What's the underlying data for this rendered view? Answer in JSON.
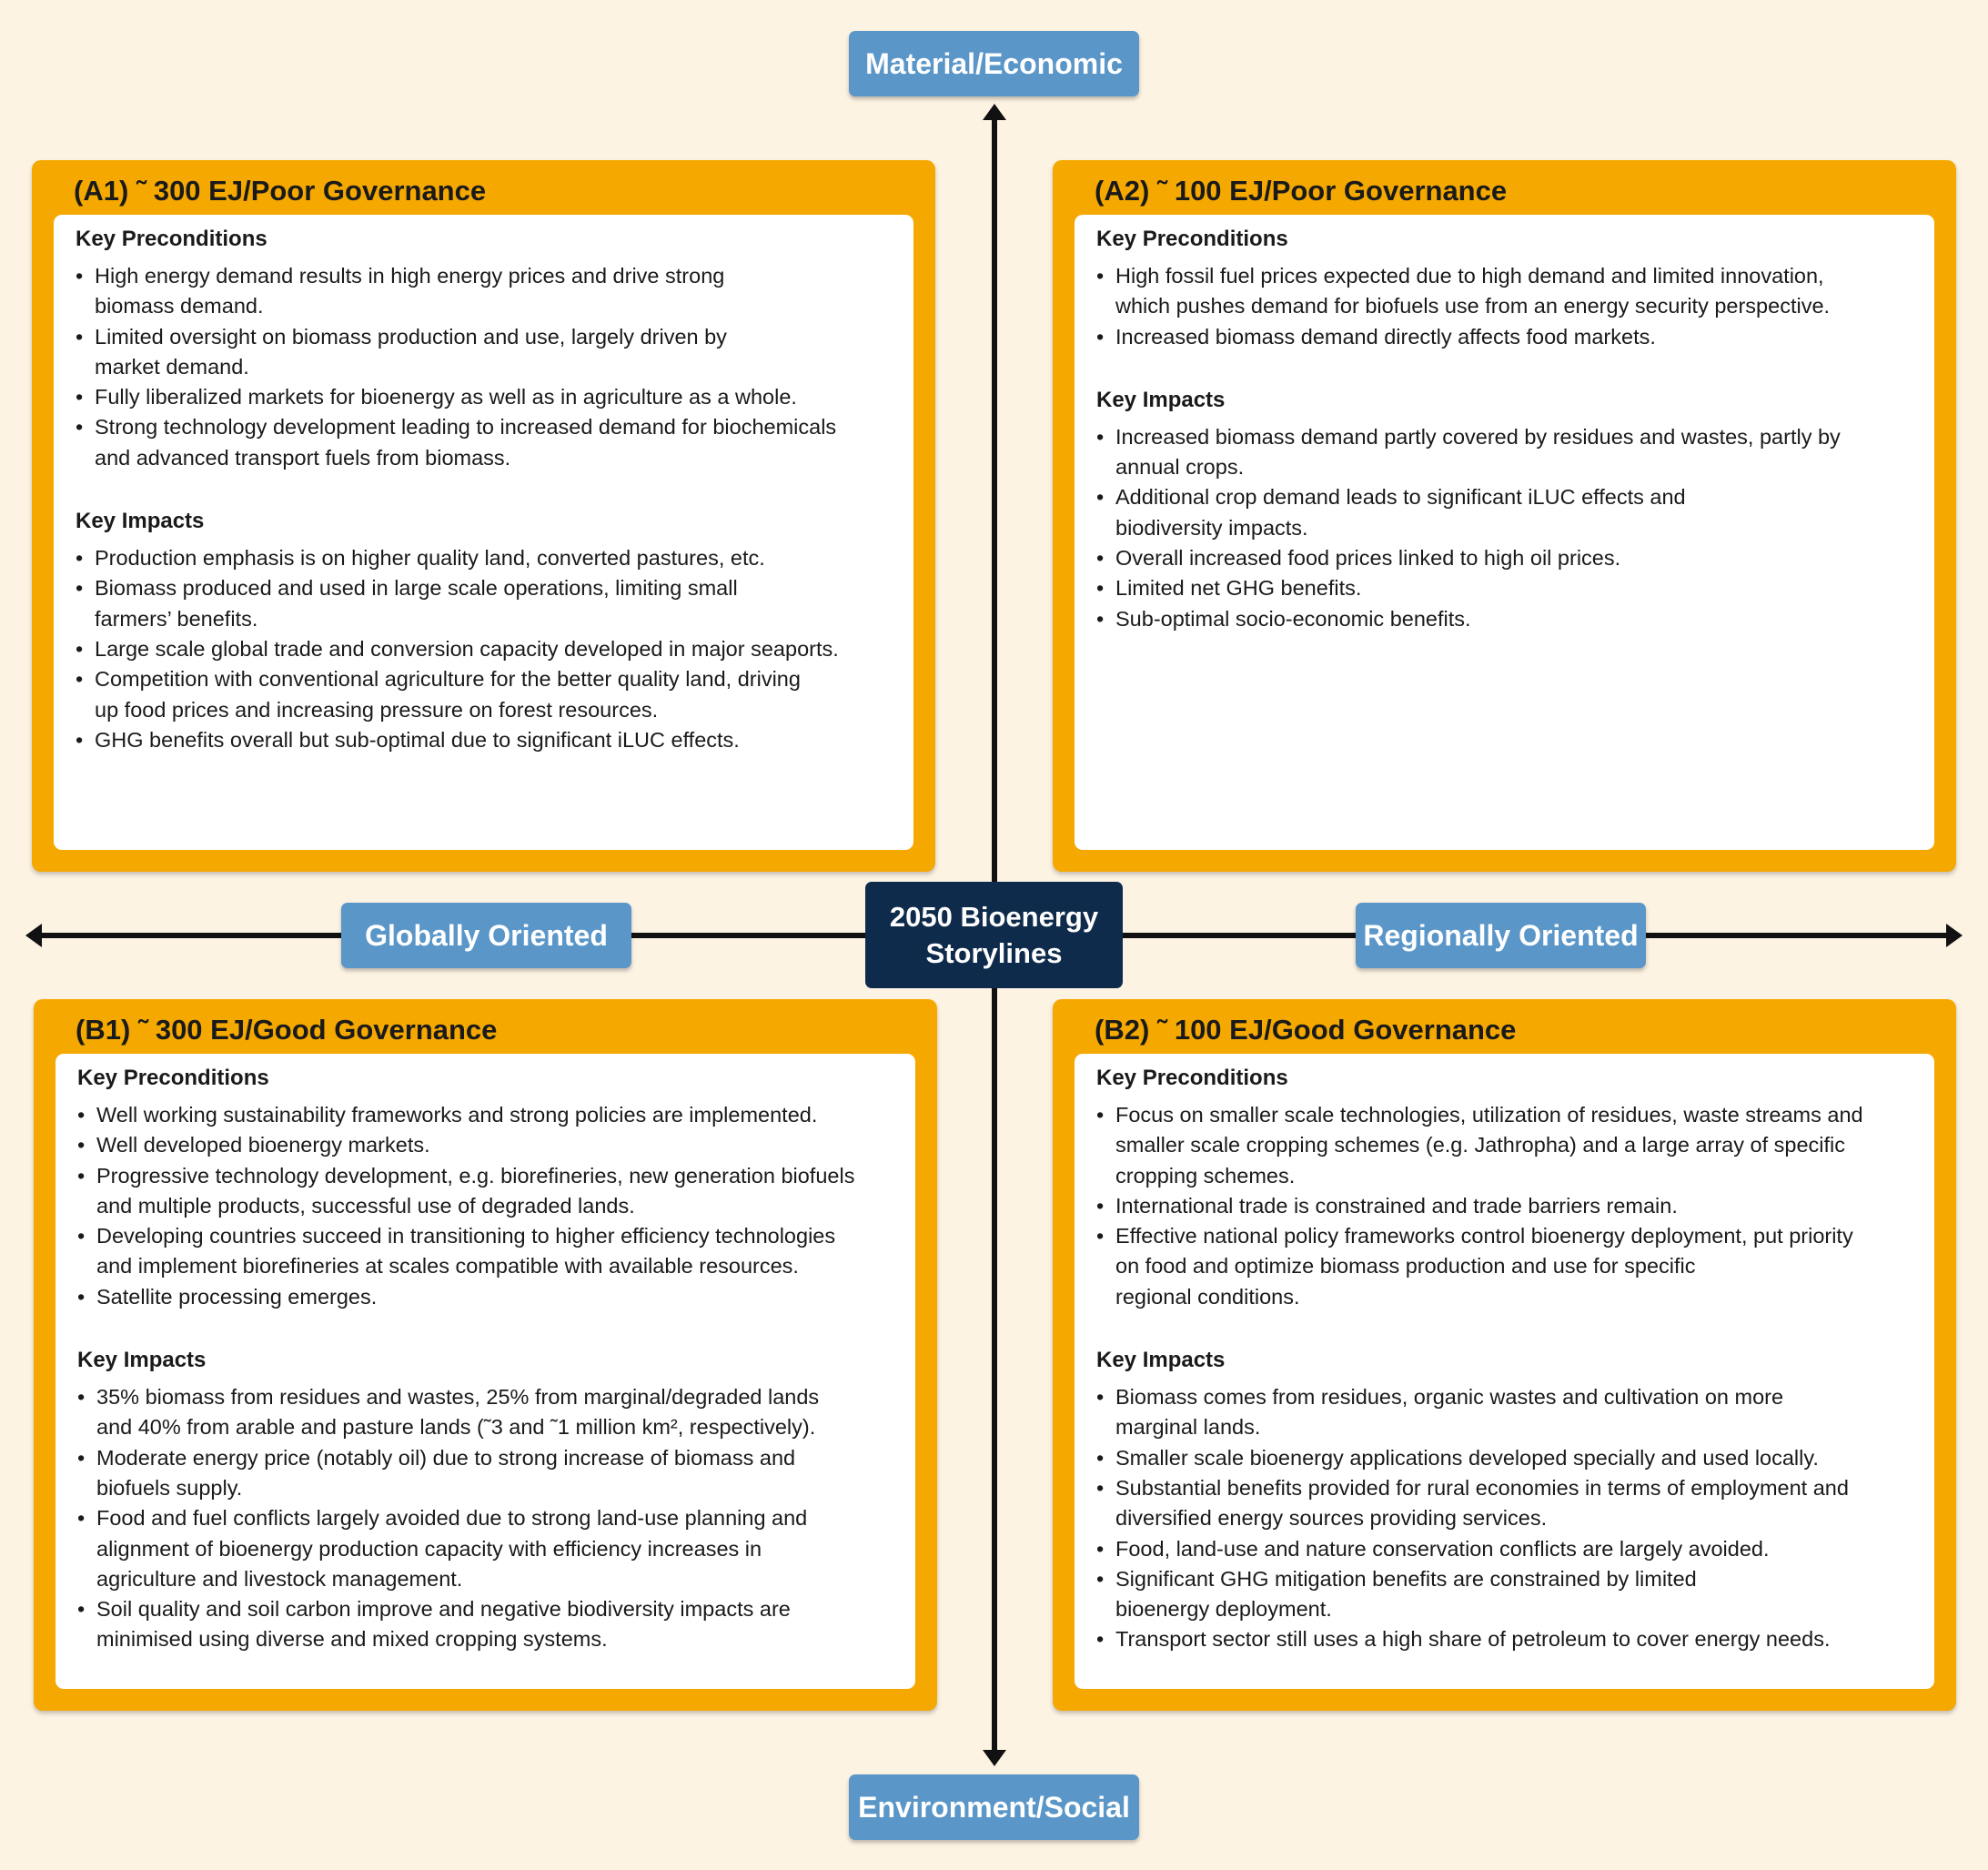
{
  "center_label": [
    "2050 Bioenergy",
    "Storylines"
  ],
  "axes": {
    "top": "Material/Economic",
    "bottom": "Environment/Social",
    "left": "Globally Oriented",
    "right": "Regionally Oriented"
  },
  "colors": {
    "background": "#fdf3e3",
    "quadrant_frame": "#f5a800",
    "axis_label": "#5a96c8",
    "center_box": "#0f2b4c"
  },
  "quadrants": {
    "a1": {
      "title": "(A1) ˜ 300 EJ/Poor Governance",
      "preconditions_title": "Key Preconditions",
      "preconditions": [
        [
          "High energy demand results in high energy prices and drive strong",
          "biomass demand."
        ],
        [
          "Limited oversight on biomass production and use, largely driven by",
          "market demand."
        ],
        [
          "Fully liberalized markets for bioenergy as well as in agriculture as a whole."
        ],
        [
          "Strong technology development leading to increased demand for biochemicals",
          "and advanced transport fuels from biomass."
        ]
      ],
      "impacts_title": "Key Impacts",
      "impacts": [
        [
          "Production emphasis is on higher quality land, converted pastures, etc."
        ],
        [
          "Biomass produced and used in large scale operations, limiting small",
          "farmers’ benefits."
        ],
        [
          "Large scale global trade and conversion capacity developed in major seaports."
        ],
        [
          "Competition with conventional agriculture for the better quality land, driving",
          "up food prices and increasing pressure on forest resources."
        ],
        [
          "GHG benefits overall but sub-optimal due to significant iLUC effects."
        ]
      ]
    },
    "a2": {
      "title": "(A2) ˜ 100 EJ/Poor Governance",
      "preconditions_title": "Key Preconditions",
      "preconditions": [
        [
          "High fossil fuel prices expected due to high demand and limited innovation,",
          "which pushes demand for biofuels use from an energy security perspective."
        ],
        [
          "Increased biomass demand directly affects food markets."
        ]
      ],
      "impacts_title": "Key Impacts",
      "impacts": [
        [
          "Increased biomass demand partly covered by residues and wastes, partly by",
          "annual crops."
        ],
        [
          "Additional crop demand leads to significant iLUC effects and",
          "biodiversity impacts."
        ],
        [
          "Overall increased food prices linked to high oil prices."
        ],
        [
          "Limited net GHG benefits."
        ],
        [
          "Sub-optimal socio-economic benefits."
        ]
      ]
    },
    "b1": {
      "title": "(B1) ˜ 300 EJ/Good Governance",
      "preconditions_title": "Key Preconditions",
      "preconditions": [
        [
          "Well working sustainability frameworks and strong policies are implemented."
        ],
        [
          "Well developed bioenergy markets."
        ],
        [
          "Progressive technology development, e.g. biorefineries, new generation biofuels",
          "and multiple products, successful use of degraded lands."
        ],
        [
          "Developing countries succeed in transitioning to higher efficiency technologies",
          "and implement biorefineries at scales compatible with available resources."
        ],
        [
          "Satellite processing emerges."
        ]
      ],
      "impacts_title": "Key Impacts",
      "impacts": [
        [
          "35% biomass from residues and wastes, 25% from marginal/degraded lands",
          "and 40% from arable and pasture lands (˜3 and ˜1 million km², respectively)."
        ],
        [
          "Moderate energy price (notably oil) due to strong increase of biomass and",
          "biofuels supply."
        ],
        [
          "Food and fuel conflicts largely avoided due to strong land-use planning and",
          "alignment of bioenergy production capacity with efficiency increases in",
          "agriculture and livestock management."
        ],
        [
          "Soil quality and soil carbon improve and negative biodiversity impacts are",
          "minimised using diverse and mixed cropping systems."
        ]
      ]
    },
    "b2": {
      "title": "(B2) ˜ 100 EJ/Good Governance",
      "preconditions_title": "Key Preconditions",
      "preconditions": [
        [
          "Focus on smaller scale technologies, utilization of residues, waste streams and",
          "smaller scale cropping schemes (e.g. Jathropha) and a large array of specific",
          "cropping schemes."
        ],
        [
          "International trade is constrained and trade barriers remain."
        ],
        [
          "Effective national policy frameworks control bioenergy deployment, put priority",
          "on food and optimize biomass production and use for specific",
          "regional conditions."
        ]
      ],
      "impacts_title": "Key Impacts",
      "impacts": [
        [
          "Biomass comes from residues, organic wastes and cultivation on more",
          "marginal lands."
        ],
        [
          "Smaller scale bioenergy applications developed specially and used locally."
        ],
        [
          "Substantial benefits provided for rural economies in terms of employment and",
          "diversified energy sources providing services."
        ],
        [
          "Food, land-use and nature conservation conflicts are largely avoided."
        ],
        [
          "Significant GHG mitigation benefits are constrained by limited",
          "bioenergy deployment."
        ],
        [
          "Transport sector still uses a high share of petroleum to cover energy needs."
        ]
      ]
    }
  }
}
